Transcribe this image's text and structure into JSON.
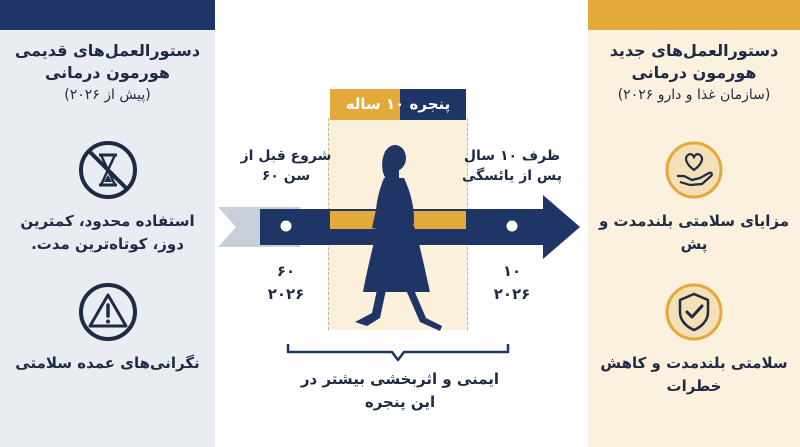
{
  "left": {
    "title": "دستورالعمل‌های قدیمی هورمون درمانی",
    "subtitle": "(پیش از ۲۰۲۶)",
    "items": [
      {
        "icon": "no-hourglass-icon",
        "text": "استفاده محدود، کمترین دوز، کوتاه‌ترین مدت."
      },
      {
        "icon": "warning-icon",
        "text": "نگرانی‌های عمده سلامتی"
      }
    ]
  },
  "right": {
    "title": "دستورالعمل‌های جدید هورمون درمانی",
    "subtitle": "(سازمان غذا و دارو ۲۰۲۶)",
    "items": [
      {
        "icon": "heart-hand-icon",
        "text": "مزایای سلامتی بلندمدت و پش"
      },
      {
        "icon": "shield-check-icon",
        "text": "سلامتی بلندمدت و کاهش خطرات"
      }
    ]
  },
  "center": {
    "window_label": "پنجره ۱۰ ساله",
    "start_label": "شروع قبل از سن ۶۰",
    "start_age": "۶۰",
    "start_year": "۲۰۲۶",
    "end_label": "ظرف ۱۰ سال پس از یائسگی",
    "end_value": "۱۰",
    "end_year": "۲۰۲۶",
    "bottom_text": "ایمنی و اثربخشی بیشتر در این پنجره"
  },
  "colors": {
    "navy": "#1f3566",
    "gold": "#e3a93a",
    "left_bg": "#e9ecf1",
    "right_bg": "#fbf1de"
  }
}
